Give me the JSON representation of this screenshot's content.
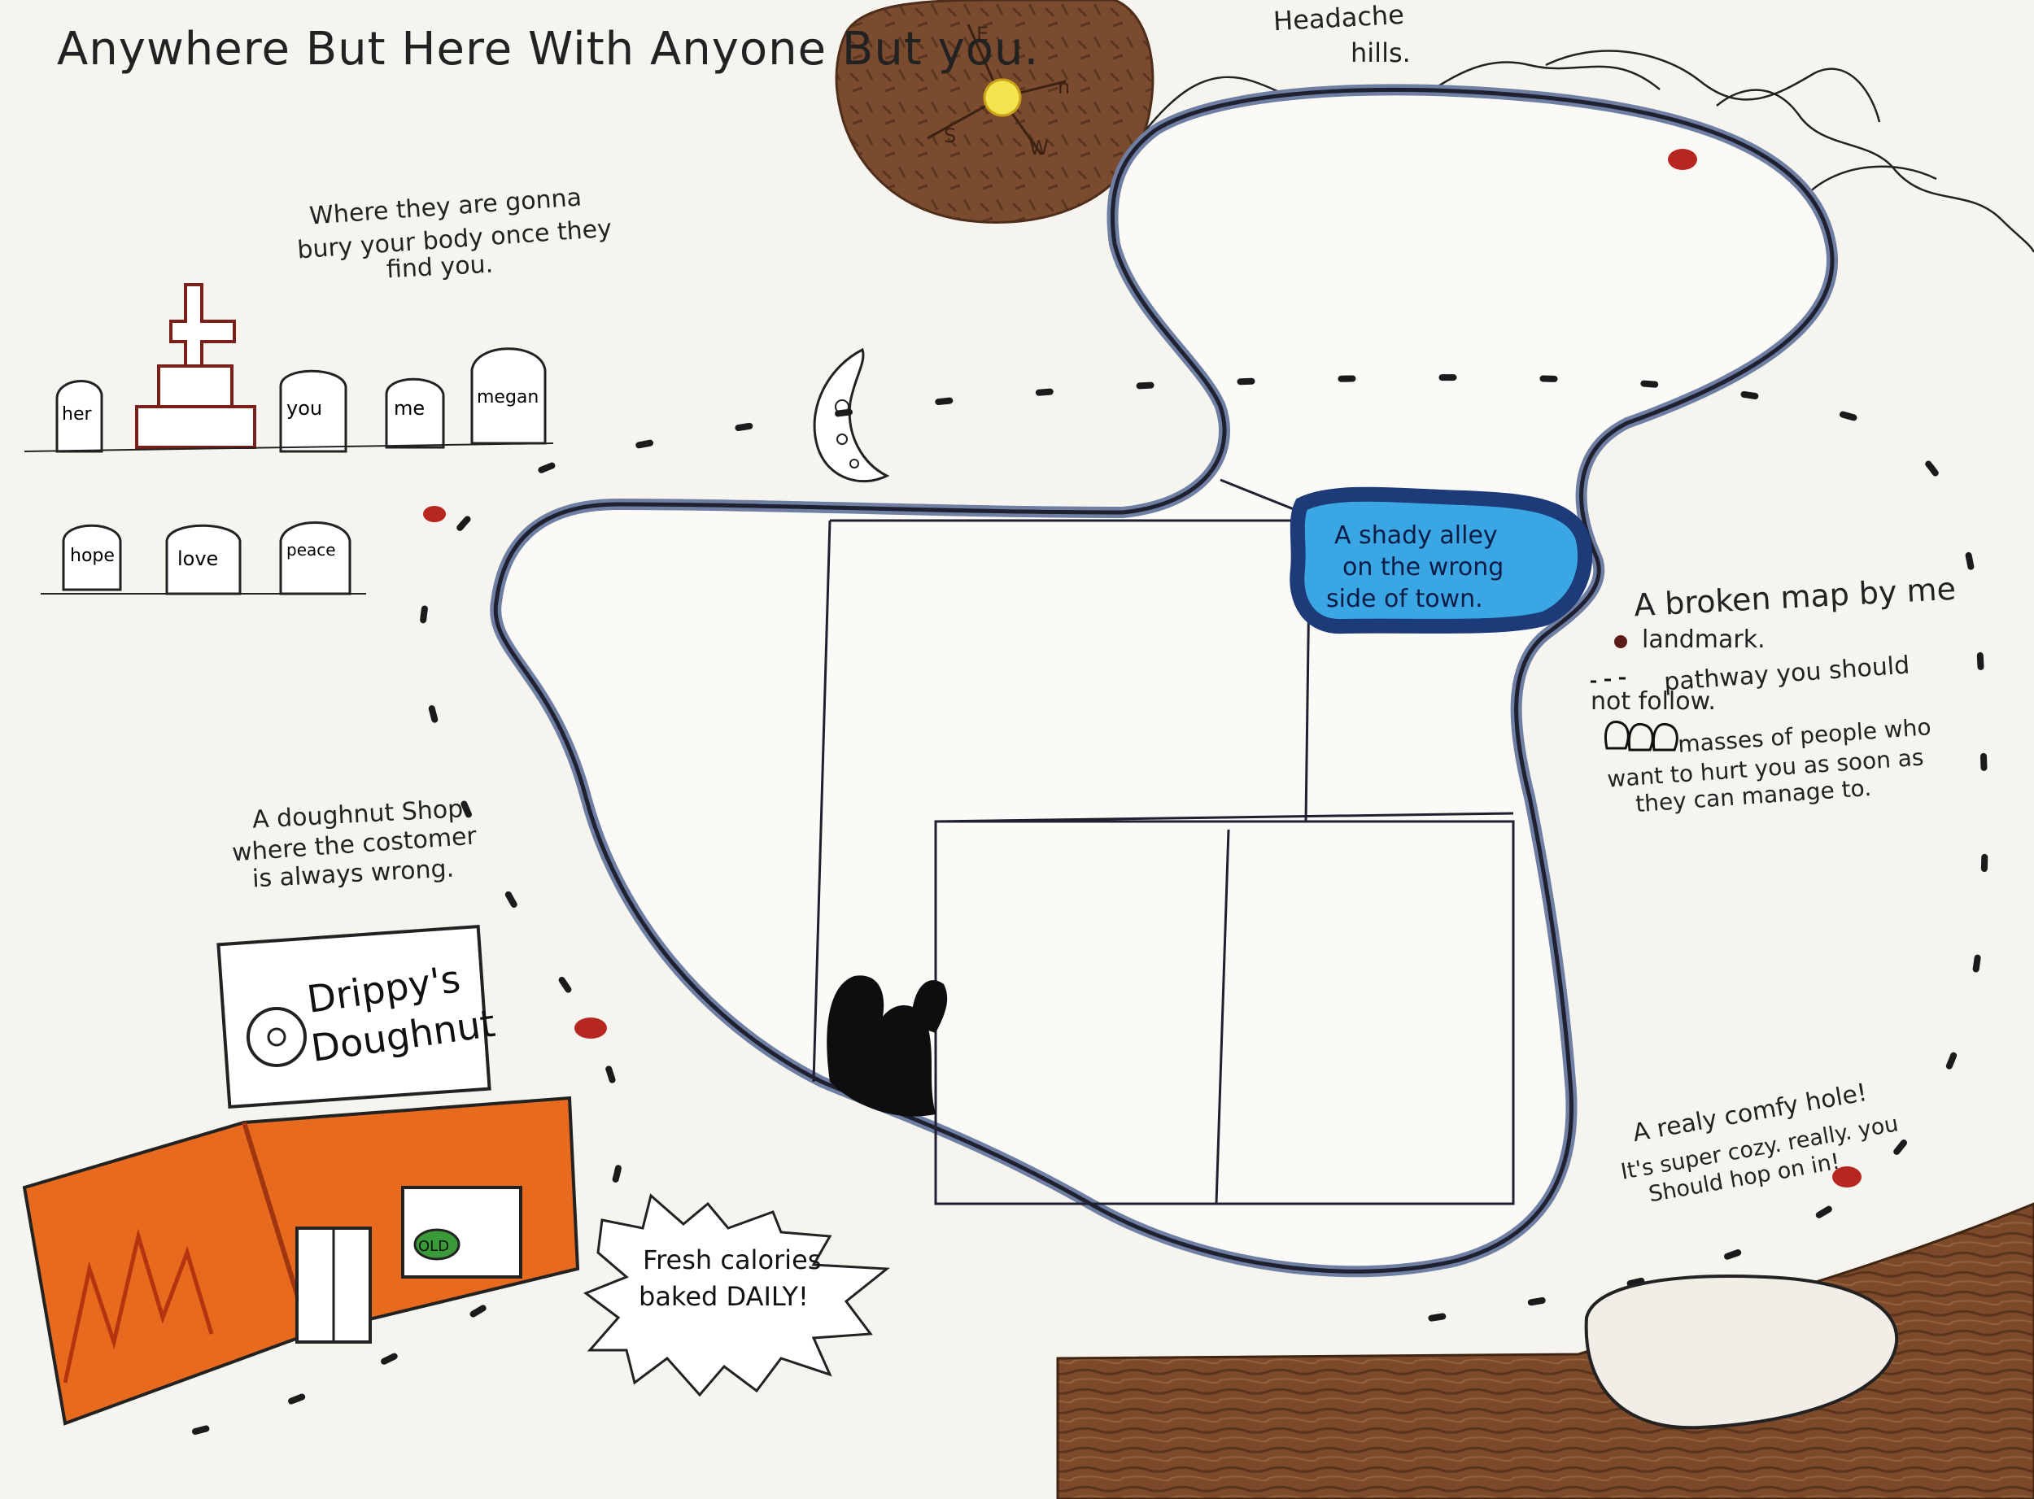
{
  "title": "Anywhere But Here With Anyone But you.",
  "hills_label_1": "Headache",
  "hills_label_2": "hills.",
  "graveyard_caption_1": "Where they are gonna",
  "graveyard_caption_2": "bury your body once they",
  "graveyard_caption_3": "find you.",
  "gravestones": [
    "her",
    "you",
    "me",
    "megan",
    "hope",
    "love",
    "peace"
  ],
  "alley_label_1": "A shady alley",
  "alley_label_2": "on the wrong",
  "alley_label_3": "side of town.",
  "legend": {
    "title": "A broken map by me",
    "landmark": "landmark.",
    "pathway_1": "pathway you should",
    "pathway_2": "not follow.",
    "masses_1": "masses of people who",
    "masses_2": "want to hurt you as soon as",
    "masses_3": "they can manage to."
  },
  "doughnut_caption_1": "A doughnut Shop",
  "doughnut_caption_2": "where the costomer",
  "doughnut_caption_3": "is always wrong.",
  "shop_sign_1": "Drippy's",
  "shop_sign_2": "Doughnut",
  "shop_window_sign": "OLD",
  "burst_line_1": "Fresh calories",
  "burst_line_2": "baked DAILY!",
  "hole_caption_1": "A realy comfy hole!",
  "hole_caption_2": "It's super cozy. really. you",
  "hole_caption_3": "Should hop on in!",
  "compass_letters": [
    "E",
    "n",
    "S",
    "W"
  ],
  "colors": {
    "paper": "#f6f4ef",
    "outline": "#1f2030",
    "blue_edge": "#6f7fa3",
    "alley_fill": "#3aa7e4",
    "alley_border": "#1d3b79",
    "landmark_red": "#b5271f",
    "shop_orange": "#e76a1f",
    "wood_brown": "#7a4a2a",
    "rock_brown": "#7b4b2f"
  }
}
